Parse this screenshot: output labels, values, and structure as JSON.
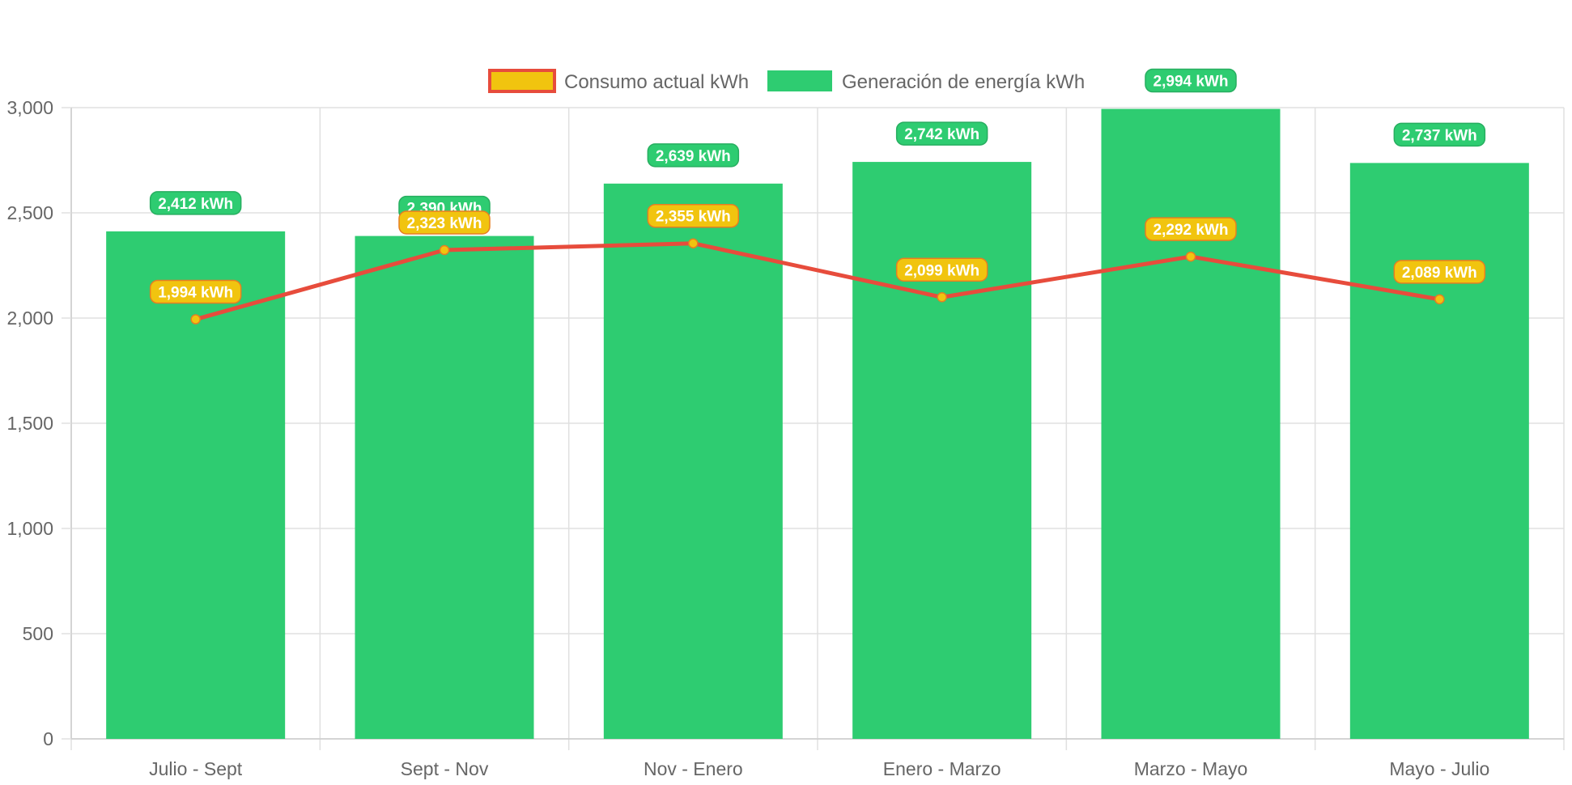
{
  "colors": {
    "bar": "#2ecc71",
    "bar_label_bg": "#2ecc71",
    "bar_label_border": "#27ae60",
    "line": "#e74c3c",
    "point_fill": "#f1c40f",
    "line_label_bg": "#f1c40f",
    "line_label_border": "#e67e22",
    "grid": "#e0e0e0",
    "tick_text": "#666666"
  },
  "chart_data": {
    "type": "bar",
    "categories": [
      "Julio - Sept",
      "Sept - Nov",
      "Nov - Enero",
      "Enero - Marzo",
      "Marzo - Mayo",
      "Mayo - Julio"
    ],
    "series": [
      {
        "name": "Consumo actual kWh",
        "type": "line",
        "values": [
          1994,
          2323,
          2355,
          2099,
          2292,
          2089
        ],
        "labels": [
          "1,994 kWh",
          "2,323 kWh",
          "2,355 kWh",
          "2,099 kWh",
          "2,292 kWh",
          "2,089 kWh"
        ]
      },
      {
        "name": "Generación de energía kWh",
        "type": "bar",
        "values": [
          2412,
          2390,
          2639,
          2742,
          2994,
          2737
        ],
        "labels": [
          "2,412 kWh",
          "2,390 kWh",
          "2,639 kWh",
          "2,742 kWh",
          "2,994 kWh",
          "2,737 kWh"
        ]
      }
    ],
    "ylim": [
      0,
      3000
    ],
    "yticks": [
      0,
      500,
      1000,
      1500,
      2000,
      2500,
      3000
    ],
    "ytick_labels": [
      "0",
      "500",
      "1,000",
      "1,500",
      "2,000",
      "2,500",
      "3,000"
    ],
    "grid": true,
    "legend_position": "top"
  }
}
